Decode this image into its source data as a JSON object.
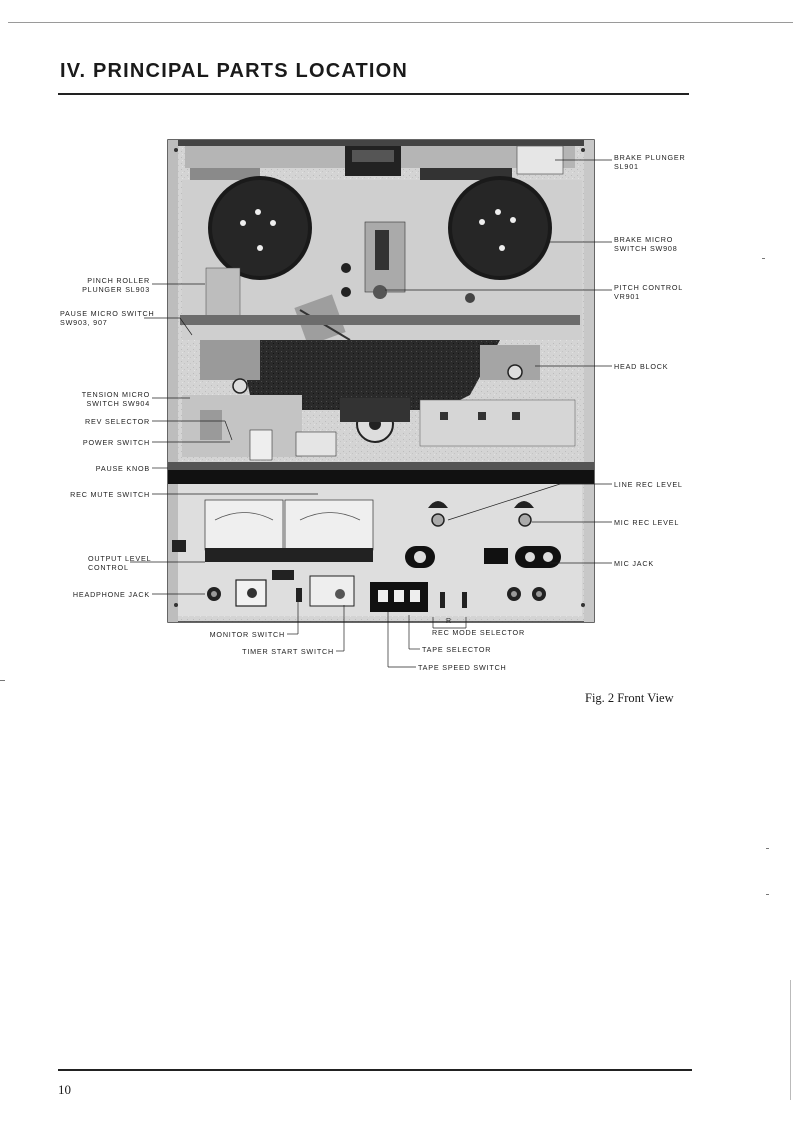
{
  "heading": "IV. PRINCIPAL PARTS LOCATION",
  "caption": "Fig. 2  Front View",
  "page_number": "10",
  "labels": {
    "brake_plunger": [
      "BRAKE  PLUNGER",
      "SL901"
    ],
    "brake_micro_switch": [
      "BRAKE  MICRO",
      "SWITCH  SW908"
    ],
    "pitch_control": [
      "PITCH  CONTROL",
      "VR901"
    ],
    "head_block": [
      "HEAD  BLOCK"
    ],
    "line_rec_level": [
      "LINE  REC  LEVEL"
    ],
    "mic_rec_level": [
      "MIC  REC  LEVEL"
    ],
    "mic_jack": [
      "MIC  JACK"
    ],
    "pinch_roller_plunger": [
      "PINCH  ROLLER",
      "PLUNGER  SL903"
    ],
    "pause_micro_switch": [
      "PAUSE  MICRO  SWITCH",
      "SW903,  907"
    ],
    "tension_micro_switch": [
      "TENSION  MICRO",
      "SWITCH  SW904"
    ],
    "rev_selector": [
      "REV  SELECTOR"
    ],
    "power_switch": [
      "POWER  SWITCH"
    ],
    "pause_knob": [
      "PAUSE  KNOB"
    ],
    "rec_mute_switch": [
      "REC  MUTE  SWITCH"
    ],
    "output_level_control": [
      "OUTPUT  LEVEL",
      "CONTROL"
    ],
    "headphone_jack": [
      "HEADPHONE  JACK"
    ],
    "monitor_switch": [
      "MONITOR  SWITCH"
    ],
    "timer_start_switch": [
      "TIMER  START  SWITCH"
    ],
    "rec_mode_selector": [
      "REC  MODE  SELECTOR"
    ],
    "tape_selector": [
      "TAPE  SELECTOR"
    ],
    "tape_speed_switch": [
      "TAPE  SPEED  SWITCH"
    ],
    "r_marker": "R"
  }
}
